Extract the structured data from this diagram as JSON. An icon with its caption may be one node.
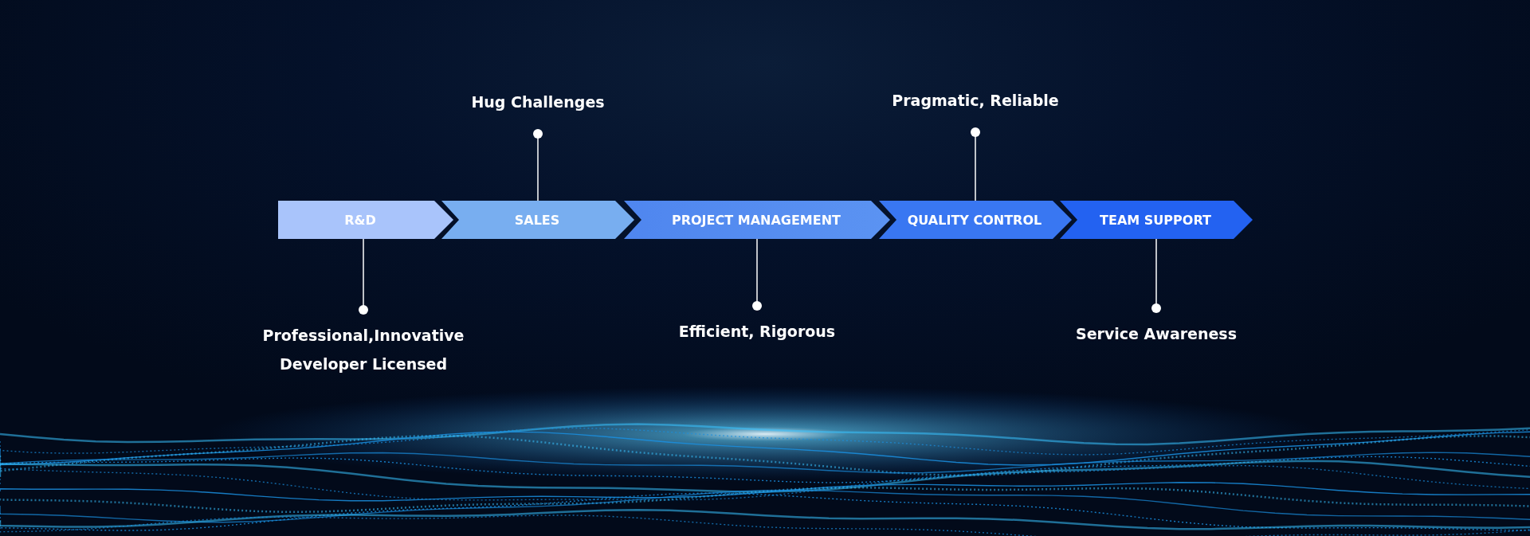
{
  "diagram": {
    "nodes": [
      {
        "text": [
          "Hug Challenges"
        ]
      },
      {
        "text": [
          "Pragmatic, Reliable"
        ]
      },
      {
        "text": [
          "R&D"
        ]
      },
      {
        "text": [
          "SALES"
        ]
      },
      {
        "text": [
          "PROJECT MANAGEMENT"
        ]
      },
      {
        "text": [
          "QUALITY CONTROL"
        ]
      },
      {
        "text": [
          "TEAM SUPPORT"
        ]
      },
      {
        "text": [
          "Professional,Innovative Developer Licensed"
        ]
      },
      {
        "text": [
          "Efficient, Rigorous"
        ]
      },
      {
        "text": [
          "Service Awareness"
        ]
      }
    ],
    "edges": [
      {
        "from": 0,
        "to": 3,
        "arrow": "other"
      },
      {
        "from": 1,
        "to": 5,
        "arrow": "other"
      },
      {
        "from": 7,
        "to": 2,
        "arrow": "other"
      },
      {
        "from": 8,
        "to": 4,
        "arrow": "other"
      },
      {
        "from": 9,
        "to": 6,
        "arrow": "other"
      }
    ]
  }
}
